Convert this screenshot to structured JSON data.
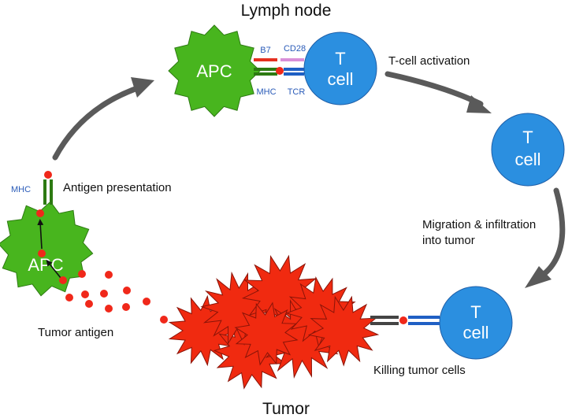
{
  "titles": {
    "lymph_node": "Lymph node",
    "tumor": "Tumor"
  },
  "cells": {
    "apc_top": "APC",
    "apc_left": "APC",
    "t_cell_top_line1": "T",
    "t_cell_top_line2": "cell",
    "t_cell_right_line1": "T",
    "t_cell_right_line2": "cell",
    "t_cell_bottom_line1": "T",
    "t_cell_bottom_line2": "cell"
  },
  "molecules": {
    "b7": "B7",
    "cd28": "CD28",
    "mhc_top": "MHC",
    "tcr": "TCR",
    "mhc_left": "MHC"
  },
  "steps": {
    "antigen_presentation": "Antigen presentation",
    "t_cell_activation": "T-cell activation",
    "migration_line1": "Migration & infiltration",
    "migration_line2": "into tumor",
    "killing": "Killing tumor cells",
    "tumor_antigen": "Tumor antigen"
  },
  "colors": {
    "apc_green": "#48b51e",
    "t_cell_blue": "#2b8fe0",
    "tumor_red": "#f02a10",
    "antigen_red": "#f0281a",
    "arrow_gray": "#5a5a5a"
  }
}
